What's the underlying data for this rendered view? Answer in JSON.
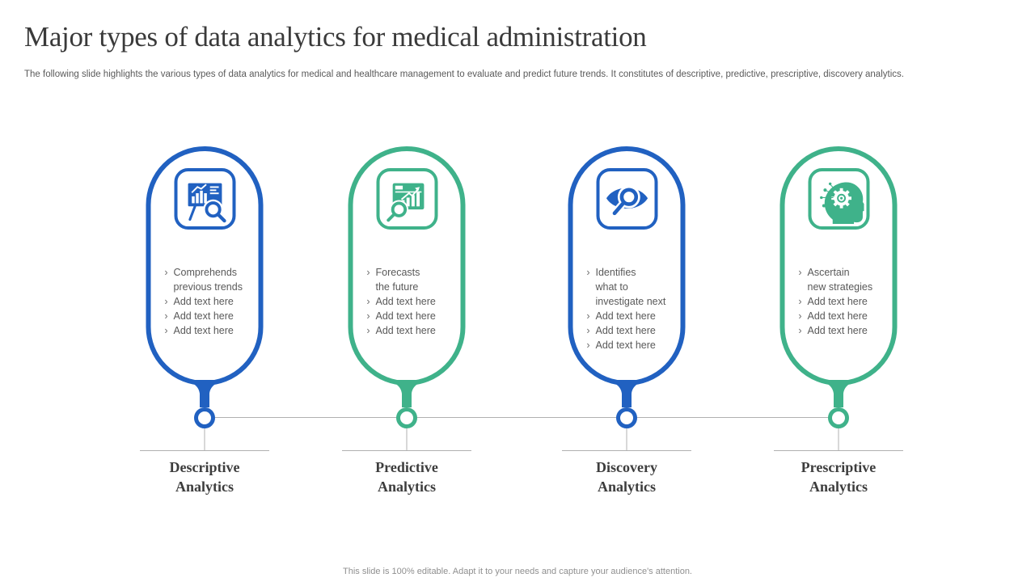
{
  "slide": {
    "title": "Major types of data analytics for medical administration",
    "subtitle": "The following slide highlights the various types of data analytics for medical and healthcare management to evaluate and predict future trends. It constitutes of descriptive, predictive, prescriptive, discovery analytics.",
    "footer": "This slide is 100% editable. Adapt it to your needs and capture your audience's attention.",
    "bullet_marker": "›"
  },
  "colors": {
    "blue": "#2161c1",
    "green": "#3fb28a",
    "line": "#b0b0b0",
    "body_text": "#595959"
  },
  "items": [
    {
      "name": "descriptive-analytics",
      "color": "blue",
      "icon": "presentation-chart-magnifier-icon",
      "label": "Descriptive\nAnalytics",
      "bullets": [
        "Comprehends\nprevious trends",
        "Add text here",
        "Add text here",
        "Add text here"
      ]
    },
    {
      "name": "predictive-analytics",
      "color": "green",
      "icon": "window-chart-magnifier-icon",
      "label": "Predictive\nAnalytics",
      "bullets": [
        "Forecasts\nthe future",
        "Add text here",
        "Add text here",
        "Add text here"
      ]
    },
    {
      "name": "discovery-analytics",
      "color": "blue",
      "icon": "eye-magnifier-icon",
      "label": "Discovery\nAnalytics",
      "bullets": [
        "Identifies\nwhat to\ninvestigate next",
        "Add text here",
        "Add text here",
        "Add text here"
      ]
    },
    {
      "name": "prescriptive-analytics",
      "color": "green",
      "icon": "head-gear-icon",
      "label": "Prescriptive\nAnalytics",
      "bullets": [
        "Ascertain\nnew strategies",
        "Add text here",
        "Add text here",
        "Add text here"
      ]
    }
  ]
}
